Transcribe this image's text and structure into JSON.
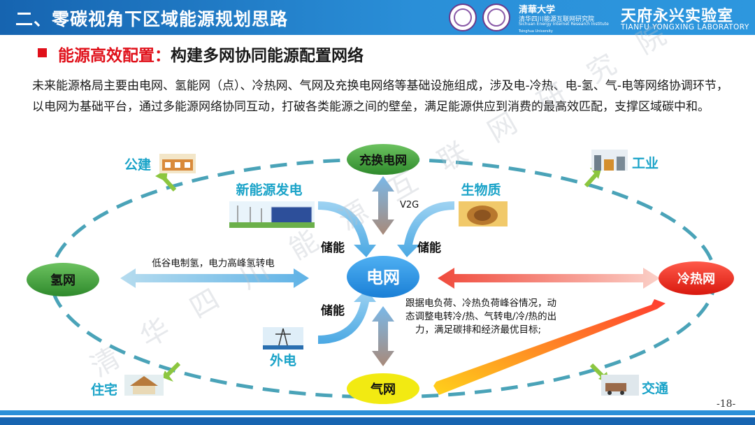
{
  "header": {
    "title": "二、零碳视角下区域能源规划思路",
    "logo_cn": "清華大学",
    "logo_institute": "清华四川能源互联网研究院",
    "logo_en_line1": "Sichuan Energy Internet Research Institute",
    "logo_en_line2": "Tsinghua University",
    "lab_name": "天府永兴实验室",
    "lab_en": "TIANFU YONGXING LABORATORY"
  },
  "subtitle": {
    "red": "能源高效配置：",
    "black": "构建多网协同能源配置网络"
  },
  "intro": "未来能源格局主要由电网、氢能网（点）、冷热网、气网及充换电网络等基础设施组成，涉及电-冷热、电-氢、气-电等网络协调环节，以电网为基础平台，通过多能源网络协同互动，打破各类能源之间的壁垒，满足能源供应到消费的最高效匹配，支撑区域碳中和。",
  "diagram": {
    "center": "电网",
    "top": "充换电网",
    "left": "氢网",
    "right": "冷热网",
    "bottom": "气网",
    "new_energy": "新能源发电",
    "biomass": "生物质",
    "external": "外电",
    "storage": "储能",
    "v2g": "V2G",
    "hydrogen_note": "低谷电制氢，电力高峰氢转电",
    "adjust_note": "跟据电负荷、冷热负荷峰谷情况，动态调整电转冷/热、气转电/冷/热的出力，满足碳排和经济最优目标;",
    "public": "公建",
    "industry": "工业",
    "residence": "住宅",
    "transport": "交通"
  },
  "watermark": "清华四川能源互联网研究院",
  "page_number": "-18-",
  "colors": {
    "header_blue": "#1e7fd0",
    "accent_red": "#e0101a",
    "teal_label": "#1aa3c8",
    "ellipse_teal": "#4aa3b8",
    "node_green": "#3e9a3a",
    "node_blue": "#1f8fe6",
    "node_red": "#e8231d",
    "node_yellow": "#f2ea12"
  }
}
